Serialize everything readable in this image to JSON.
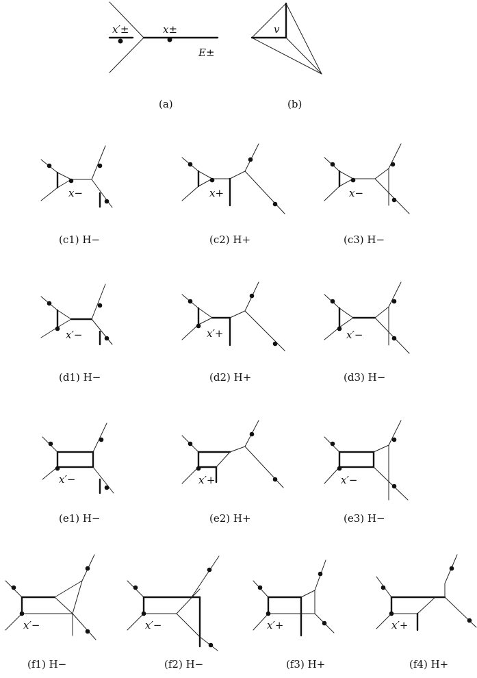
{
  "labels": {
    "a_x_prime": "x′±",
    "a_x": "x±",
    "a_E": "E±",
    "b_v": "v",
    "cap_a": "(a)",
    "cap_b": "(b)",
    "c1_x": "x−",
    "c2_x": "x+",
    "c3_x": "x−",
    "c1_cap": "(c1) H−",
    "c2_cap": "(c2) H+",
    "c3_cap": "(c3) H−",
    "d1_x": "x′−",
    "d2_x": "x′+",
    "d3_x": "x′−",
    "d1_cap": "(d1) H−",
    "d2_cap": "(d2) H+",
    "d3_cap": "(d3) H−",
    "e1_x": "x′−",
    "e2_x": "x′+",
    "e3_x": "x′−",
    "e1_cap": "(e1) H−",
    "e2_cap": "(e2) H+",
    "e3_cap": "(e3) H−",
    "f1_x": "x′−",
    "f2_x": "x′−",
    "f3_x": "x′+",
    "f4_x": "x′+",
    "f1_cap": "(f1) H−",
    "f2_cap": "(f2) H−",
    "f3_cap": "(f3) H+",
    "f4_cap": "(f4) H+"
  }
}
